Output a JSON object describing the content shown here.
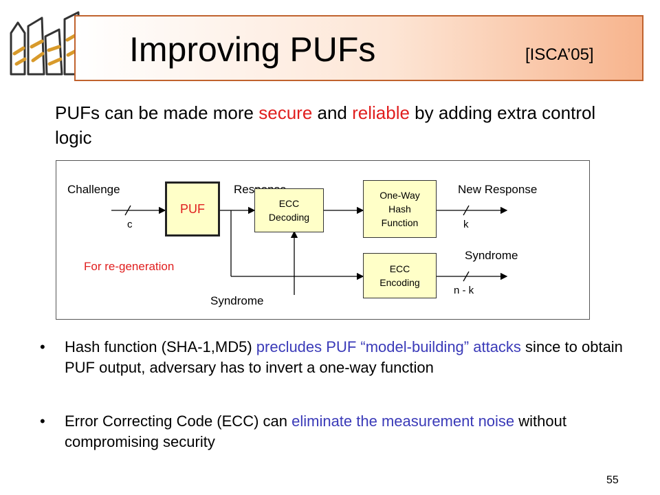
{
  "title": "Improving PUFs",
  "citation": "[ISCA’05]",
  "intro": {
    "part1": "PUFs can be made more ",
    "secure": "secure",
    "part2": " and ",
    "reliable": "reliable",
    "part3": " by adding extra control logic"
  },
  "diagram": {
    "challenge": "Challenge",
    "response": "Response",
    "new_response": "New Response",
    "puf": "PUF",
    "ecc_decoding": [
      "ECC",
      "Decoding"
    ],
    "hash": [
      "One-Way",
      "Hash",
      "Function"
    ],
    "ecc_encoding": [
      "ECC",
      "Encoding"
    ],
    "c": "c",
    "k": "k",
    "syndrome_right": "Syndrome",
    "n_minus_k": "n - k",
    "regen": "For re-generation",
    "syndrome_bottom": "Syndrome"
  },
  "bullets": [
    {
      "text1": "Hash function (SHA-1,MD5) ",
      "highlight": "precludes PUF “model-building” attacks",
      "text2": " since to obtain PUF output, adversary has to invert a one-way function"
    },
    {
      "text1": "Error Correcting Code (ECC) can ",
      "highlight": "eliminate the measurement noise",
      "text2": " without compromising security"
    }
  ],
  "page_number": "55",
  "colors": {
    "highlight_red": "#e01e1e",
    "highlight_blue": "#3a3ab8",
    "box_fill": "#ffffc8",
    "title_border": "#c0622d"
  }
}
